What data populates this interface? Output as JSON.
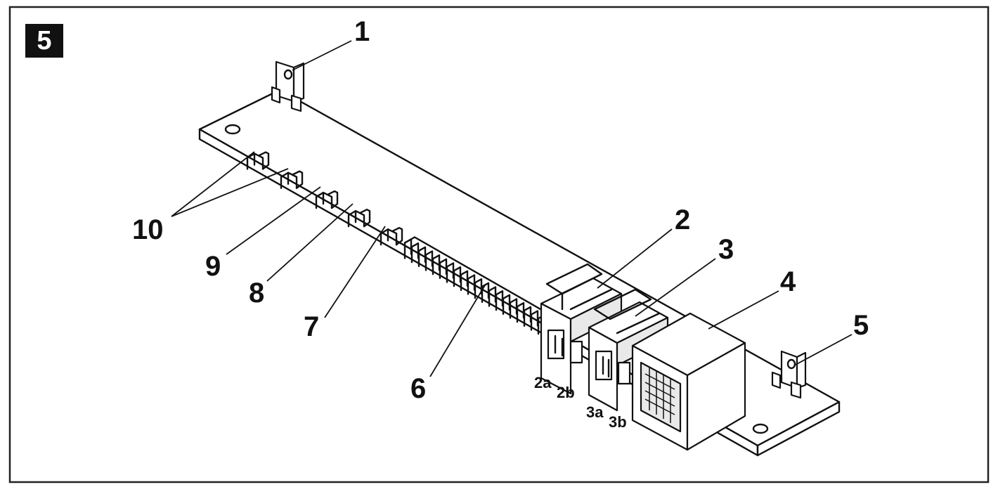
{
  "figure": {
    "number": "5",
    "callouts": [
      {
        "id": "1",
        "label": "1"
      },
      {
        "id": "2",
        "label": "2"
      },
      {
        "id": "2a",
        "label": "2a"
      },
      {
        "id": "2b",
        "label": "2b"
      },
      {
        "id": "3",
        "label": "3"
      },
      {
        "id": "3a",
        "label": "3a"
      },
      {
        "id": "3b",
        "label": "3b"
      },
      {
        "id": "4",
        "label": "4"
      },
      {
        "id": "5",
        "label": "5"
      },
      {
        "id": "6",
        "label": "6"
      },
      {
        "id": "7",
        "label": "7"
      },
      {
        "id": "8",
        "label": "8"
      },
      {
        "id": "9",
        "label": "9"
      },
      {
        "id": "10",
        "label": "10"
      }
    ]
  },
  "colors": {
    "ink": "#111111",
    "paper": "#ffffff",
    "badge": "#111111"
  }
}
